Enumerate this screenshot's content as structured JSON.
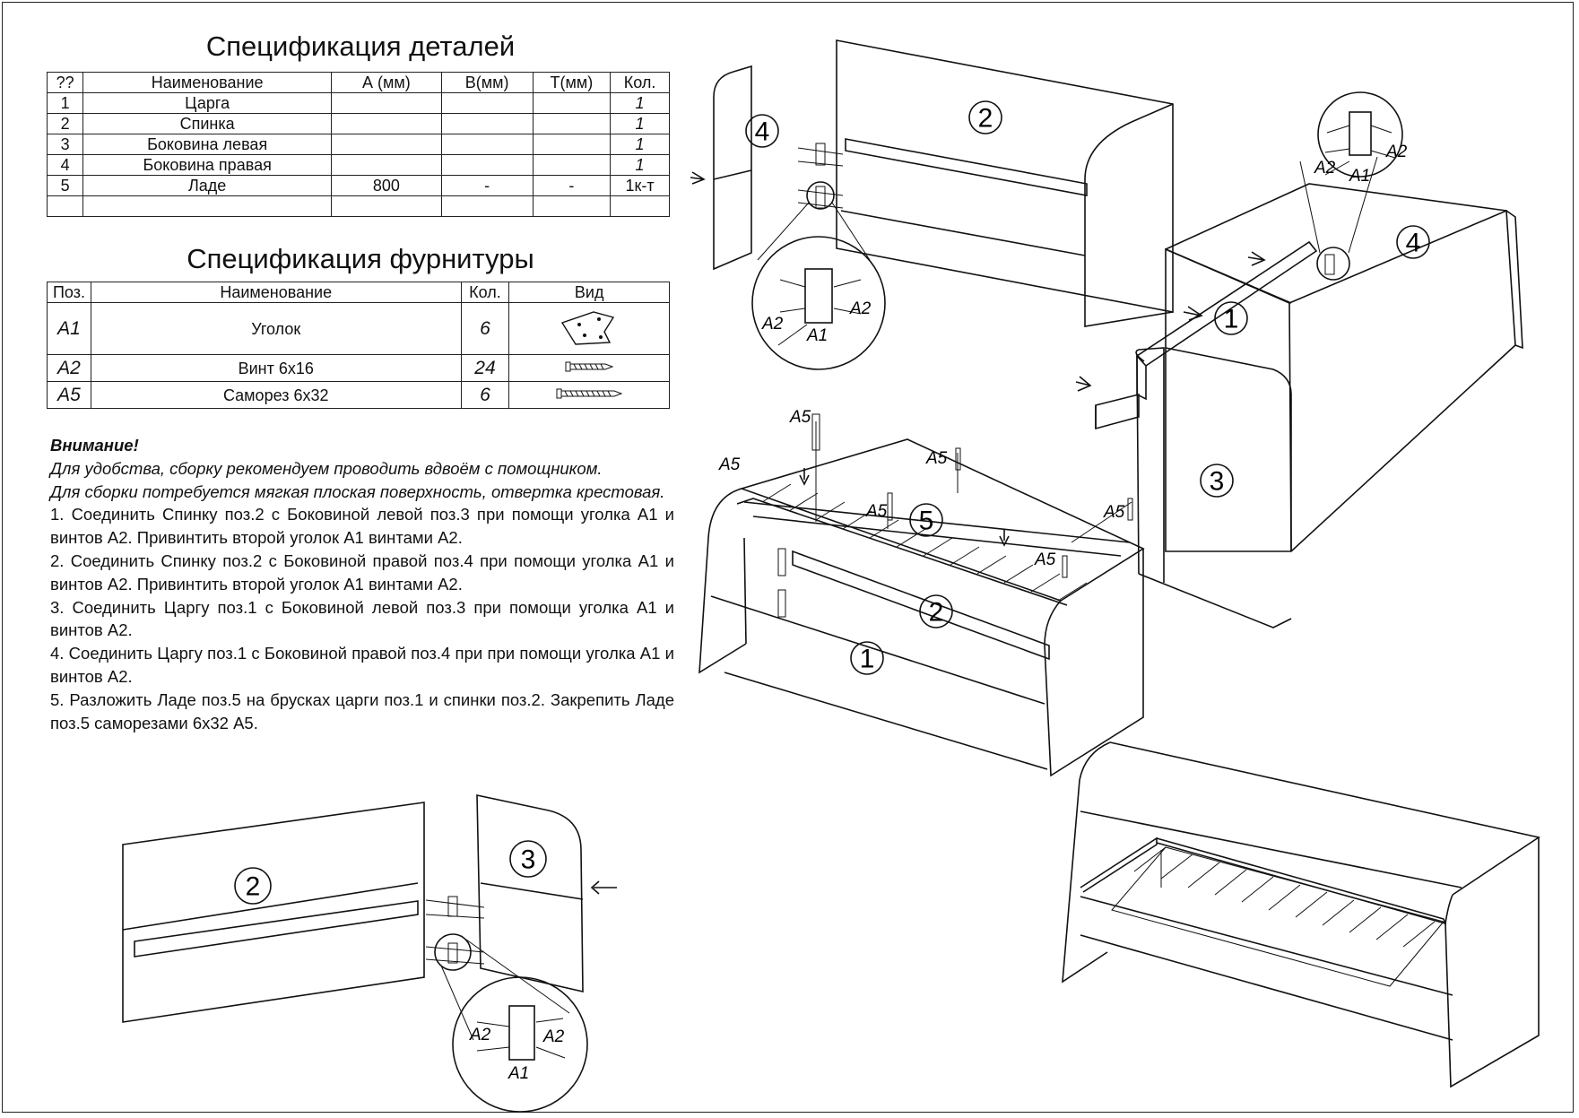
{
  "parts": {
    "title": "Спецификация деталей",
    "columns": [
      "??",
      "Наименование",
      "А (мм)",
      "В(мм)",
      "Т(мм)",
      "Кол."
    ],
    "rows": [
      {
        "pos": "1",
        "name": "Царга",
        "a": "",
        "b": "",
        "t": "",
        "qty": "1"
      },
      {
        "pos": "2",
        "name": "Спинка",
        "a": "",
        "b": "",
        "t": "",
        "qty": "1"
      },
      {
        "pos": "3",
        "name": "Боковина левая",
        "a": "",
        "b": "",
        "t": "",
        "qty": "1"
      },
      {
        "pos": "4",
        "name": "Боковина правая",
        "a": "",
        "b": "",
        "t": "",
        "qty": "1"
      },
      {
        "pos": "5",
        "name": "Ладе",
        "a": "800",
        "b": "-",
        "t": "-",
        "qty": "1к-т"
      }
    ]
  },
  "hardware": {
    "title": "Спецификация фурнитуры",
    "columns": [
      "Поз.",
      "Наименование",
      "Кол.",
      "Вид"
    ],
    "rows": [
      {
        "pos": "A1",
        "name": "Уголок",
        "qty": "6",
        "icon": "corner-bracket-icon"
      },
      {
        "pos": "A2",
        "name": "Винт 6х16",
        "qty": "24",
        "icon": "screw-icon"
      },
      {
        "pos": "A5",
        "name": "Саморез 6х32",
        "qty": "6",
        "icon": "long-screw-icon"
      }
    ]
  },
  "notes": {
    "heading": "Внимание!",
    "line1": "Для удобства, сборку рекомендуем проводить вдвоём с помощником.",
    "line2": "Для сборки потребуется мягкая плоская поверхность, отвертка крестовая.",
    "steps": [
      "1. Соединить Спинку  поз.2 с Боковиной левой поз.3 при помощи уголка А1 и винтов А2. Привинтить второй уголок А1 винтами А2.",
      "2. Соединить Спинку поз.2 с Боковиной правой поз.4 при помощи уголка А1 и винтов А2. Привинтить второй уголок А1 винтами А2.",
      "3. Соединить Царгу поз.1 с Боковиной левой поз.3 при помощи уголка А1 и винтов А2.",
      "4. Соединить Царгу поз.1 с Боковиной правой поз.4 при при помощи уголка А1 и винтов А2.",
      "5. Разложить Ладе поз.5 на брусках царги поз.1 и спинки поз.2. Закрепить Ладе поз.5 саморезами 6х32 А5."
    ]
  },
  "callouts": {
    "n1": "1",
    "n2": "2",
    "n3": "3",
    "n4": "4",
    "n5": "5",
    "a1": "A1",
    "a2": "A2",
    "a5": "A5"
  }
}
